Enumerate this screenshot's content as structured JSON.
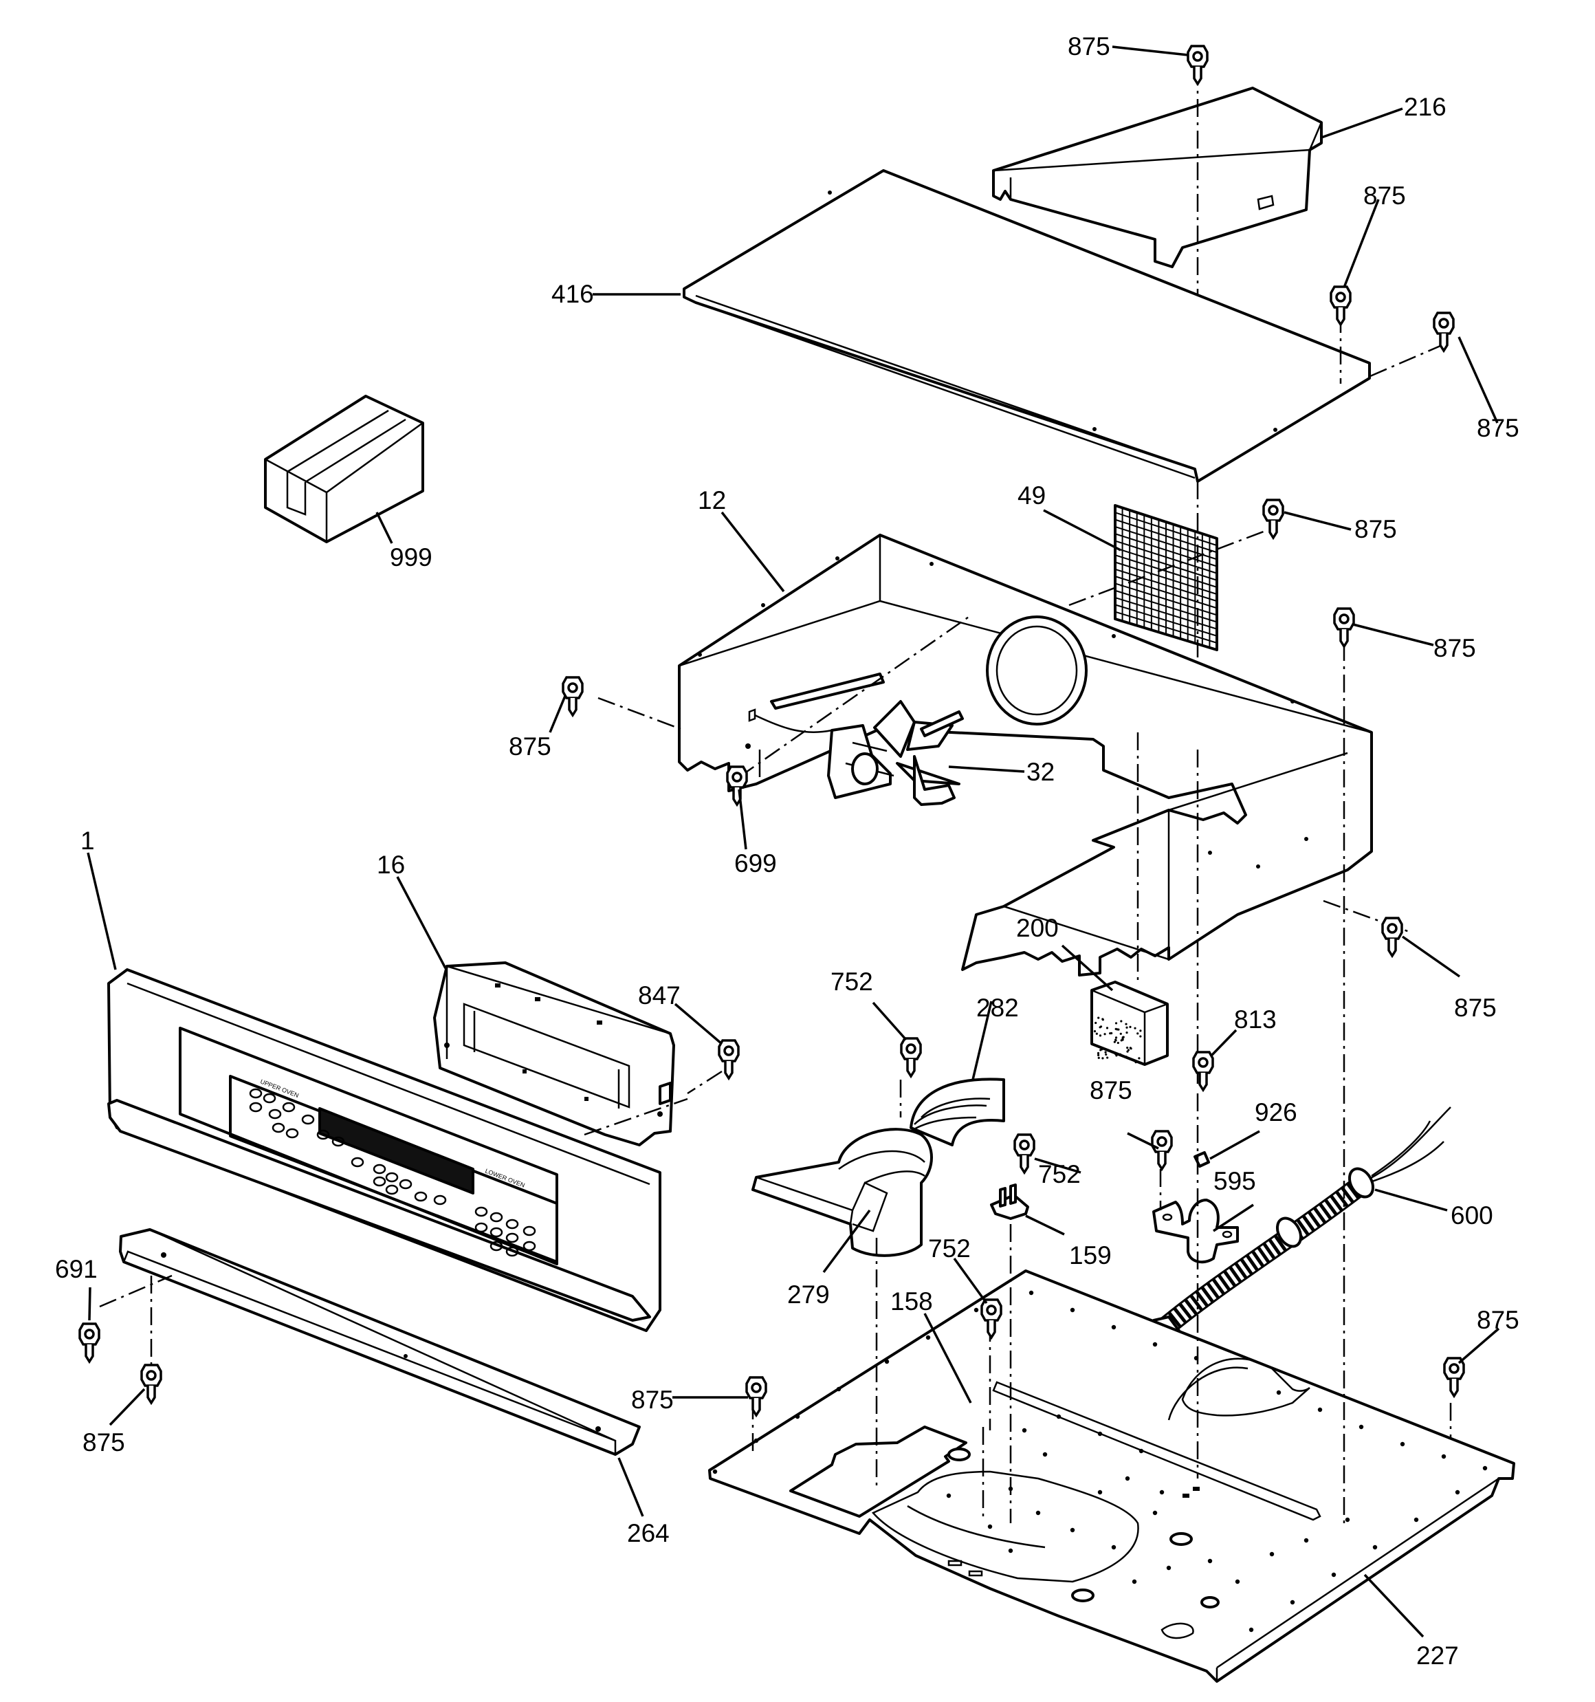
{
  "labels": {
    "l875a": "875",
    "l216": "216",
    "l875b": "875",
    "l416": "416",
    "l875c": "875",
    "l999": "999",
    "l12": "12",
    "l49": "49",
    "l875d": "875",
    "l875e": "875",
    "l875f": "875",
    "l32": "32",
    "l699": "699",
    "l1": "1",
    "l16": "16",
    "l847": "847",
    "l200": "200",
    "l875g": "875",
    "l752a": "752",
    "l282": "282",
    "l813": "813",
    "l875h": "875",
    "l926": "926",
    "l752b": "752",
    "l595": "595",
    "l600": "600",
    "l159": "159",
    "l691": "691",
    "l279": "279",
    "l752c": "752",
    "l158": "158",
    "l875i": "875",
    "l875j": "875",
    "l875k": "875",
    "l264": "264",
    "l227": "227"
  },
  "panel": {
    "upper_oven": "UPPER OVEN",
    "lower_oven": "LOWER OVEN"
  }
}
